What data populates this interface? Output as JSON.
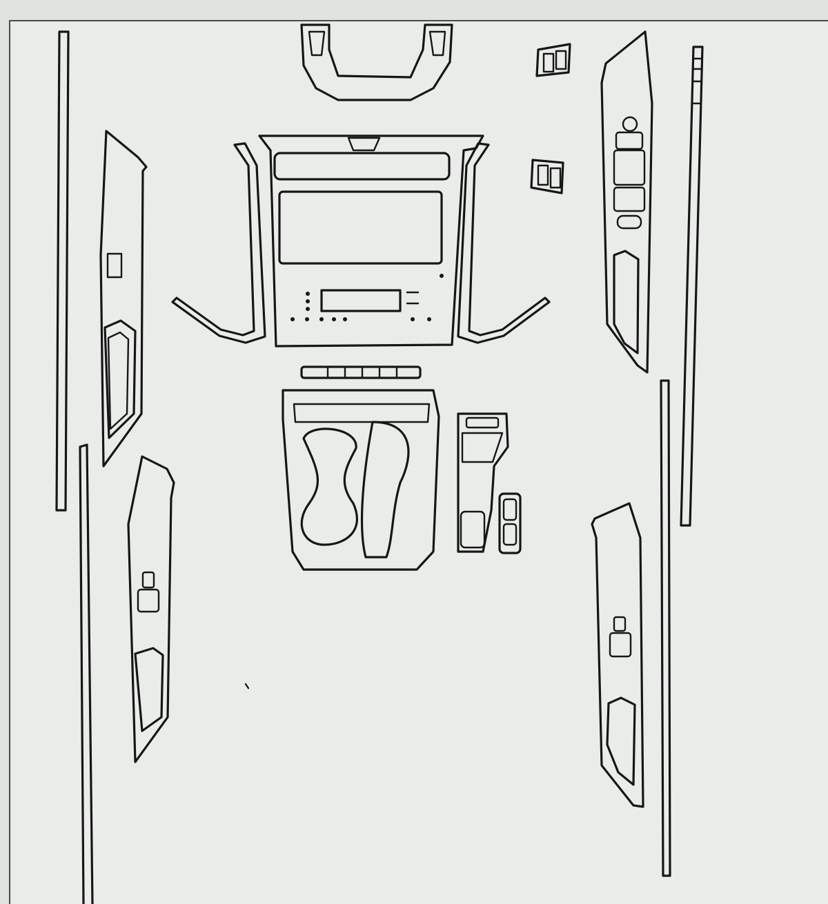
{
  "colors": {
    "background": "#dfe2df",
    "sheet": "#e9ece9",
    "line": "#161616"
  },
  "parts": [
    {
      "id": "steering-wheel-trim"
    },
    {
      "id": "window-switch-small-top"
    },
    {
      "id": "window-switch-small-mid"
    },
    {
      "id": "dashboard-center-panel"
    },
    {
      "id": "front-left-door-panel"
    },
    {
      "id": "front-right-door-panel"
    },
    {
      "id": "rear-left-door-panel"
    },
    {
      "id": "rear-right-door-panel"
    },
    {
      "id": "center-console"
    },
    {
      "id": "gear-shift-panel"
    },
    {
      "id": "left-long-strip"
    },
    {
      "id": "right-long-strip"
    }
  ]
}
